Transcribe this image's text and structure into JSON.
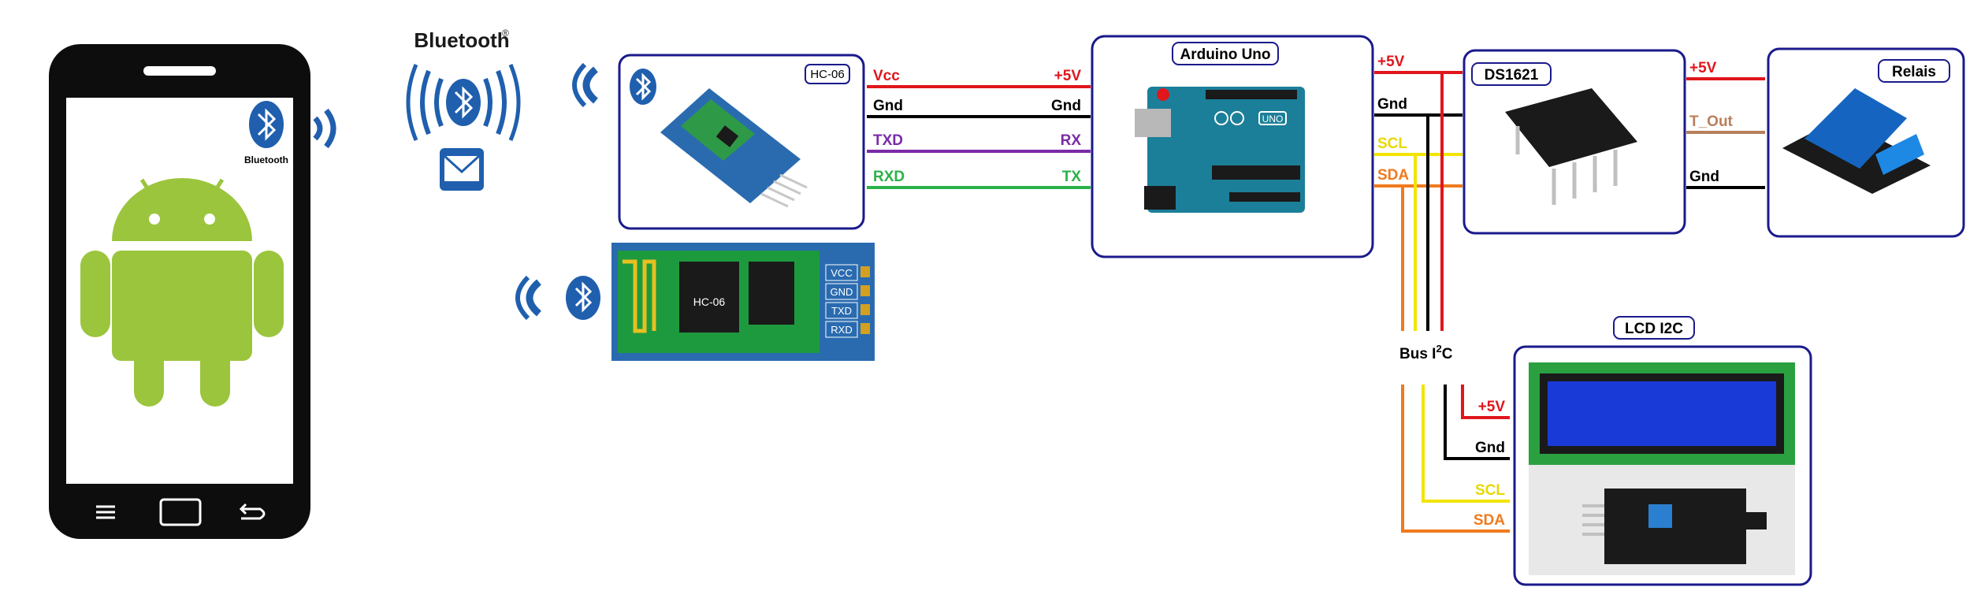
{
  "phone": {
    "bluetooth_caption": "Bluetooth"
  },
  "bluetooth_badge": {
    "title": "Bluetooth",
    "reg_mark": "®"
  },
  "modules": {
    "hc06_top": {
      "title": "HC-06"
    },
    "hc06_bottom": {
      "chip_label": "HC-06",
      "pins": [
        "VCC",
        "GND",
        "TXD",
        "RXD"
      ]
    },
    "arduino": {
      "title": "Arduino Uno",
      "board_text": "UNO"
    },
    "ds1621": {
      "title": "DS1621"
    },
    "relais": {
      "title": "Relais"
    },
    "lcd": {
      "title": "LCD I2C"
    }
  },
  "bus": {
    "label_prefix": "Bus I",
    "superscript": "2",
    "label_suffix": "C"
  },
  "wires": {
    "bt_to_arduino": [
      {
        "left": "Vcc",
        "right": "+5V",
        "color": "#e0161c"
      },
      {
        "left": "Gnd",
        "right": "Gnd",
        "color": "#000000"
      },
      {
        "left": "TXD",
        "right": "RX",
        "color": "#7a2aa8"
      },
      {
        "left": "RXD",
        "right": "TX",
        "color": "#2ab24a"
      }
    ],
    "arduino_out": [
      {
        "label": "+5V",
        "color": "#e0161c"
      },
      {
        "label": "Gnd",
        "color": "#000000"
      },
      {
        "label": "SCL",
        "color": "#f2e400"
      },
      {
        "label": "SDA",
        "color": "#f07a1e"
      }
    ],
    "ds_to_relais": [
      {
        "label": "+5V",
        "color": "#e0161c"
      },
      {
        "label": "T_Out",
        "color": "#b8805a"
      },
      {
        "label": "Gnd",
        "color": "#000000"
      }
    ],
    "lcd_in": [
      {
        "label": "+5V",
        "color": "#e0161c"
      },
      {
        "label": "Gnd",
        "color": "#000000"
      },
      {
        "label": "SCL",
        "color": "#f2e400"
      },
      {
        "label": "SDA",
        "color": "#f07a1e"
      }
    ]
  },
  "colors": {
    "frame": "#1a1a8c",
    "android_green": "#9bc53d",
    "bluetooth_blue": "#1f5fae",
    "arduino_teal": "#1c7f99",
    "hc06_green": "#1e9a3e"
  }
}
